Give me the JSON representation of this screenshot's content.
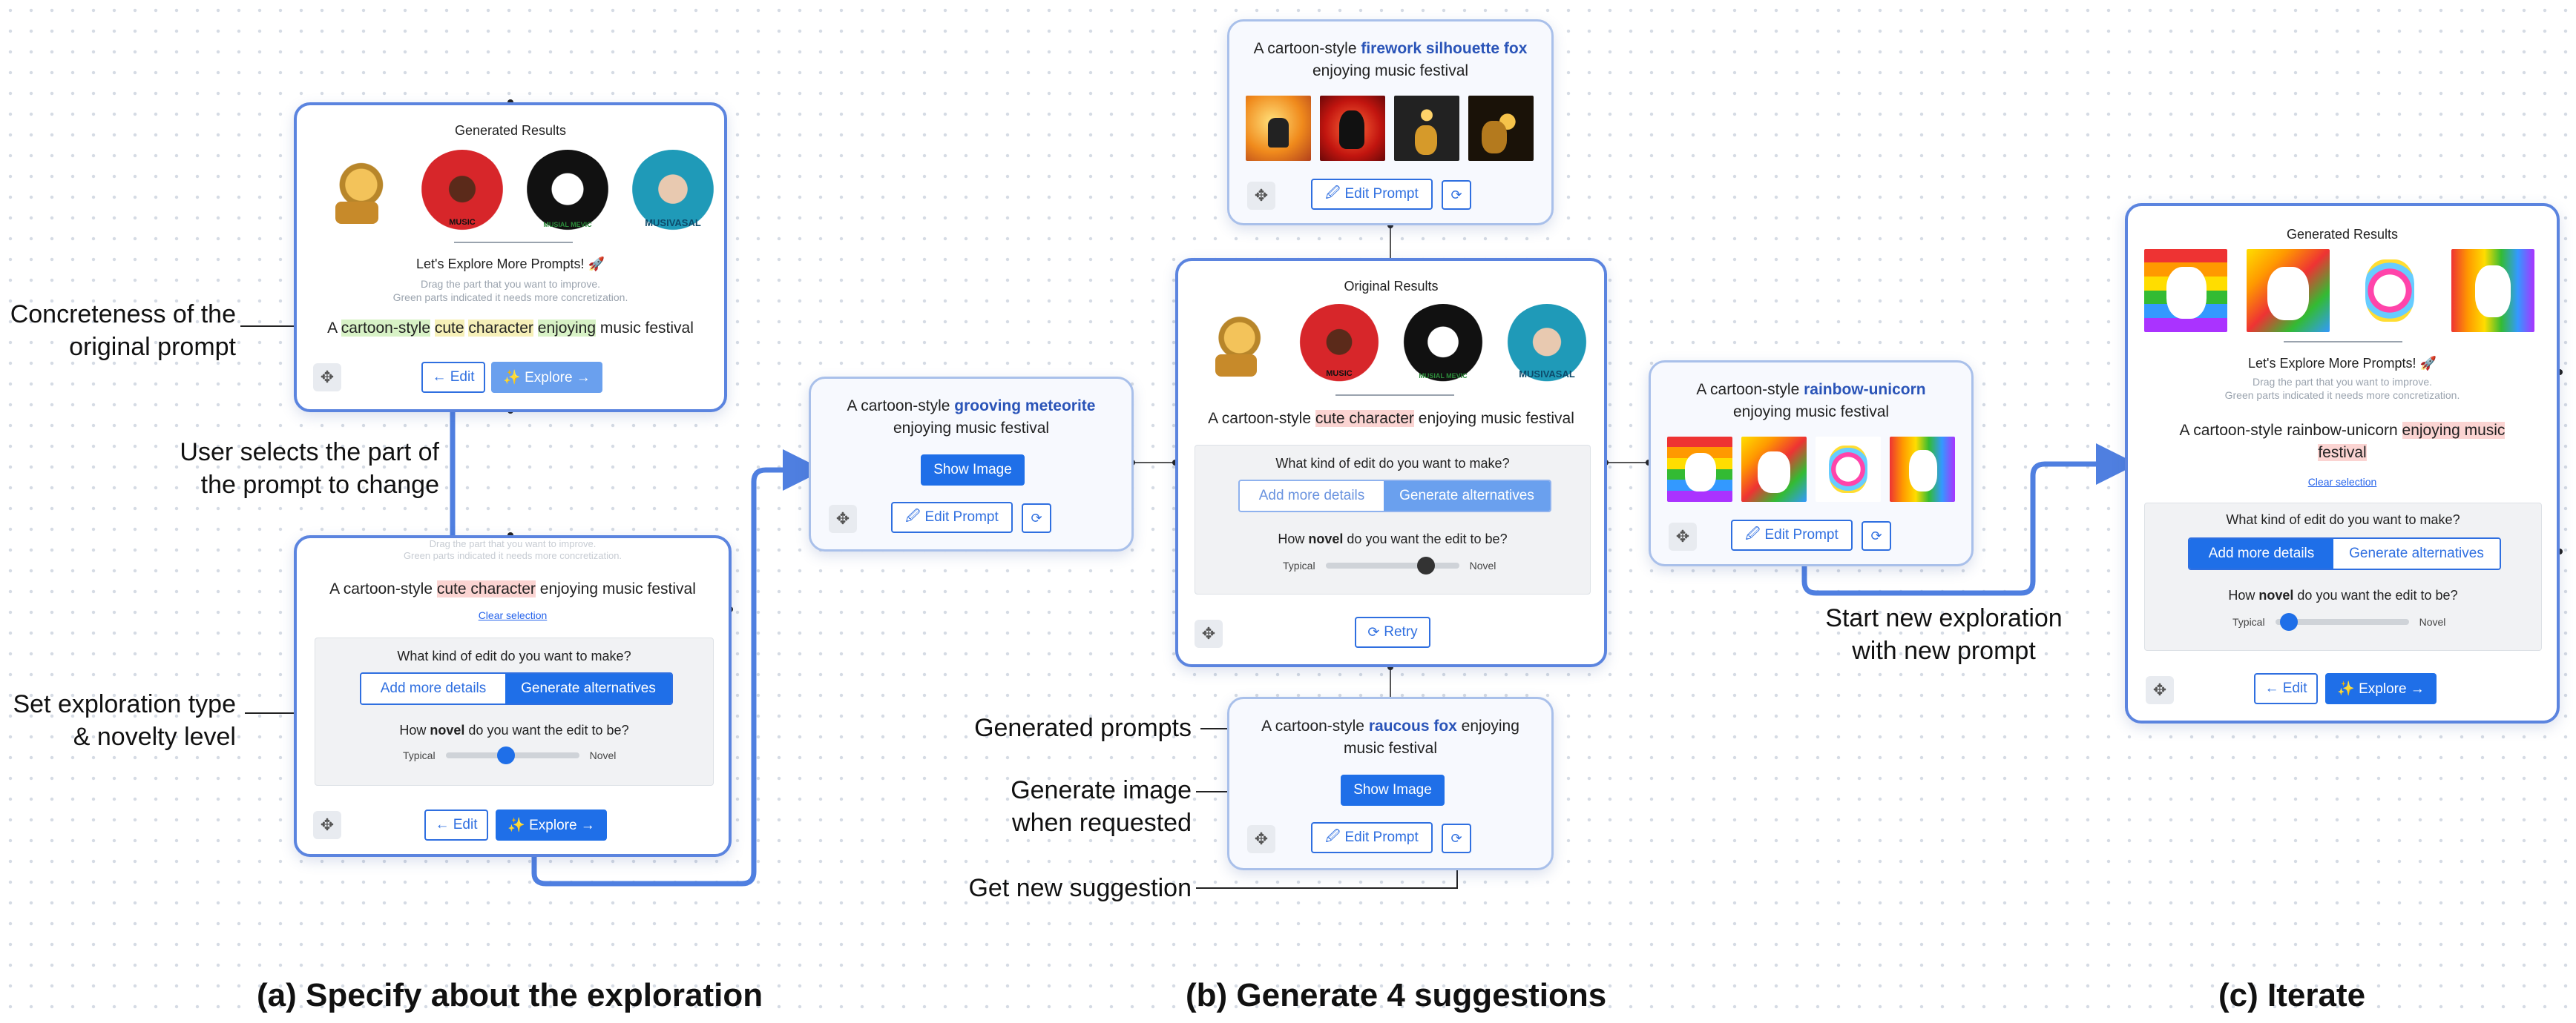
{
  "annotations": {
    "concreteness_1": "Concreteness of the",
    "concreteness_2": "original prompt",
    "user_selects_1": "User selects the part of",
    "user_selects_2": "the prompt to change",
    "set_type_1": "Set exploration type",
    "set_type_2": "& novelty level",
    "generated_prompts": "Generated prompts",
    "generate_image_1": "Generate image",
    "generate_image_2": "when requested",
    "new_suggestion": "Get new suggestion",
    "start_new_1": "Start new exploration",
    "start_new_2": "with new prompt"
  },
  "sections": {
    "a": "(a) Specify about the exploration",
    "b": "(b) Generate 4 suggestions",
    "c": "(c) Iterate"
  },
  "card_a1": {
    "title": "Generated Results",
    "explore_heading": "Let's Explore More Prompts! 🚀",
    "hint_1": "Drag the part that you want to improve.",
    "hint_2": "Green parts indicated it needs more concretization.",
    "prompt": [
      "A ",
      "cartoon-style",
      " ",
      "cute",
      " ",
      "character",
      " ",
      "enjoying",
      " music festival"
    ],
    "edit_label": "← Edit",
    "explore_label": "✨ Explore →"
  },
  "card_a2": {
    "hint_1": "Drag the part that you want to improve.",
    "hint_2": "Green parts indicated it needs more concretization.",
    "prompt_pre": "A cartoon-style ",
    "prompt_sel": "cute character",
    "prompt_post": " enjoying music festival",
    "clear": "Clear selection",
    "edit_question": "What kind of edit do you want to make?",
    "opt_details": "Add more details",
    "opt_alternatives": "Generate alternatives",
    "novelty_pre": "How ",
    "novelty_bold": "novel",
    "novelty_post": " do you want the edit to be?",
    "typical": "Typical",
    "novel": "Novel",
    "novelty_value": 0.45,
    "edit_label": "← Edit",
    "explore_label": "✨ Explore →"
  },
  "card_meteorite": {
    "prompt_pre": "A cartoon-style ",
    "prompt_bold": "grooving meteorite",
    "prompt_post": "enjoying music festival",
    "show_image": "Show Image",
    "edit_prompt": "Edit Prompt"
  },
  "card_firework": {
    "prompt_pre": "A cartoon-style ",
    "prompt_bold": "firework silhouette fox",
    "prompt_post": "enjoying music festival",
    "edit_prompt": "Edit Prompt"
  },
  "card_original": {
    "title": "Original Results",
    "prompt_pre": "A cartoon-style ",
    "prompt_sel": "cute character",
    "prompt_post": " enjoying music festival",
    "edit_question": "What kind of edit do you want to make?",
    "opt_details": "Add more details",
    "opt_alternatives": "Generate alternatives",
    "novelty_pre": "How ",
    "novelty_bold": "novel",
    "novelty_post": " do you want the edit to be?",
    "typical": "Typical",
    "novel": "Novel",
    "novelty_value": 0.75,
    "retry": "Retry"
  },
  "card_raucous": {
    "prompt_pre": "A cartoon-style ",
    "prompt_bold": "raucous fox",
    "prompt_post": " enjoying",
    "prompt_line2": "music festival",
    "show_image": "Show Image",
    "edit_prompt": "Edit Prompt"
  },
  "card_unicorn": {
    "prompt_pre": "A cartoon-style ",
    "prompt_bold": "rainbow-unicorn",
    "prompt_post": "enjoying music festival",
    "edit_prompt": "Edit Prompt"
  },
  "card_c": {
    "title": "Generated Results",
    "explore_heading": "Let's Explore More Prompts! 🚀",
    "hint_1": "Drag the part that you want to improve.",
    "hint_2": "Green parts indicated it needs more concretization.",
    "prompt_pre": "A cartoon-style rainbow-unicorn ",
    "prompt_sel_1": "enjoying music",
    "prompt_sel_2": "festival",
    "clear": "Clear selection",
    "edit_question": "What kind of edit do you want to make?",
    "opt_details": "Add more details",
    "opt_alternatives": "Generate alternatives",
    "novelty_pre": "How ",
    "novelty_bold": "novel",
    "novelty_post": " do you want the edit to be?",
    "typical": "Typical",
    "novel": "Novel",
    "novelty_value": 0.1,
    "edit_label": "← Edit",
    "explore_label": "✨ Explore →"
  },
  "thumb_text": {
    "music": "MUSIC",
    "music_mevic": "MUSIAL MEVIC",
    "musivasal": "MUSIVASAL"
  },
  "icons": {
    "move": "move-icon",
    "refresh": "refresh-icon",
    "edit": "pencil-icon",
    "retry": "refresh-icon"
  },
  "colors": {
    "accent": "#1f6fe8",
    "card_border": "#5b84df",
    "highlight_green": "#d8f2c6",
    "highlight_red": "#fbd4d2"
  }
}
